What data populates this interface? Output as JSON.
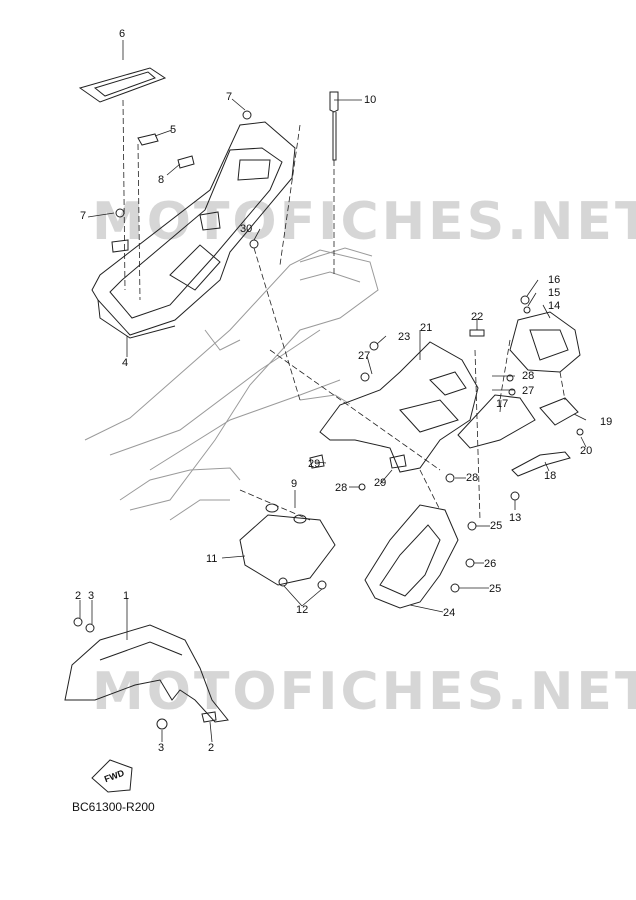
{
  "watermarks": [
    "MOTOFICHES.NET",
    "MOTOFICHES.NET"
  ],
  "diagram_code": "BC61300-R200",
  "fwd_label": "FWD",
  "callouts": {
    "c1": "1",
    "c2a": "2",
    "c2b": "2",
    "c3a": "3",
    "c3b": "3",
    "c4": "4",
    "c5": "5",
    "c6": "6",
    "c7a": "7",
    "c7b": "7",
    "c8": "8",
    "c9": "9",
    "c10": "10",
    "c11": "11",
    "c12": "12",
    "c13": "13",
    "c14": "14",
    "c15": "15",
    "c16": "16",
    "c17": "17",
    "c18": "18",
    "c19": "19",
    "c20": "20",
    "c21": "21",
    "c22": "22",
    "c23": "23",
    "c24": "24",
    "c25a": "25",
    "c25b": "25",
    "c26": "26",
    "c27a": "27",
    "c27b": "27",
    "c28a": "28",
    "c28b": "28",
    "c28c": "28",
    "c29a": "29",
    "c29b": "29",
    "c30": "30"
  }
}
